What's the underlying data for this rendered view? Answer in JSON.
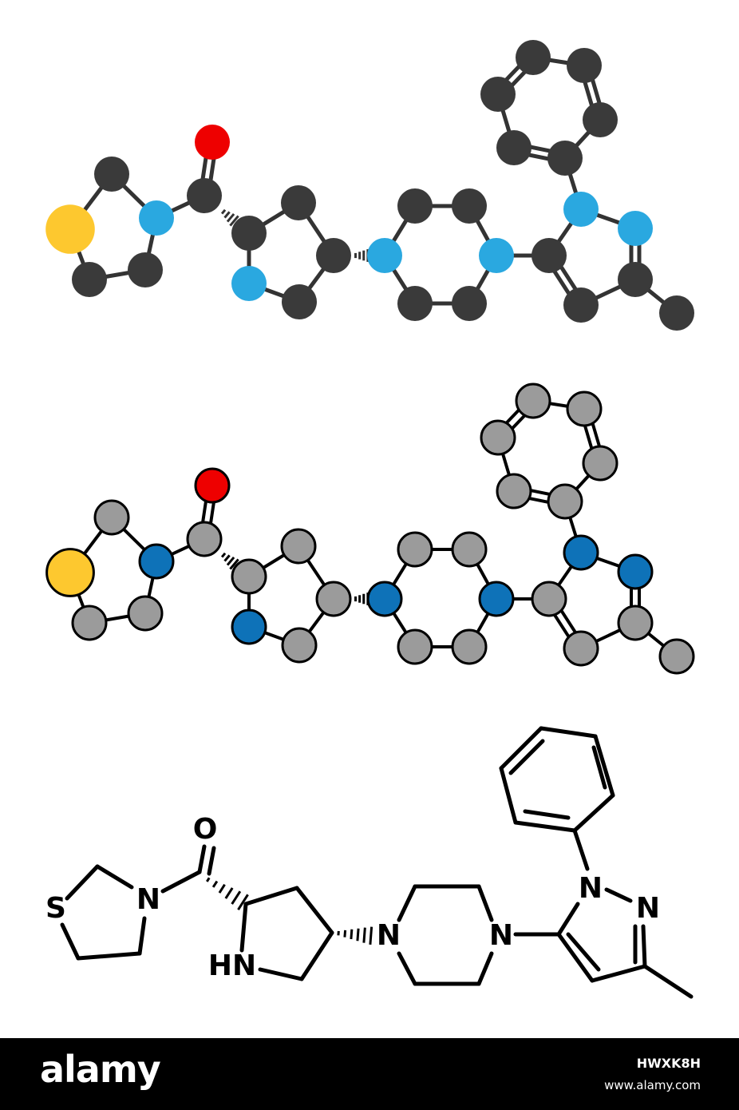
{
  "colors": {
    "carbon_dark": "#3a3a3a",
    "carbon_grey": "#9b9b9b",
    "nitrogen_light": "#2aa8e0",
    "nitrogen_dark": "#0e72b8",
    "oxygen": "#ee0000",
    "sulfur": "#fdc82f",
    "bond": "#333333",
    "footer_bg": "#000000",
    "footer_text": "#ffffff"
  },
  "structure": {
    "labels": {
      "oxygen": "O",
      "sulfur": "S",
      "n_thiazolidine": "N",
      "nh_pyrrolidine": "HN",
      "n_piperazine_left": "N",
      "n_piperazine_right": "N",
      "n1_pyrazole": "N",
      "n2_pyrazole": "N"
    }
  },
  "watermark": {
    "brand": "alamy",
    "image_code": "HWXK8H",
    "url": "www.alamy.com"
  }
}
